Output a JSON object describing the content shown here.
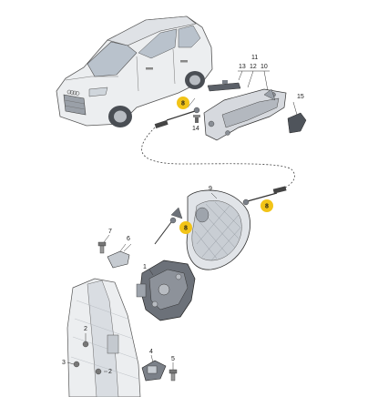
{
  "diagram": {
    "labels": {
      "car": "",
      "p1": "1",
      "p2a": "2",
      "p2b": "2",
      "p3": "3",
      "p4": "4",
      "p5": "5",
      "p6": "6",
      "p7": "7",
      "p8a": "8",
      "p8b": "8",
      "p8c": "8",
      "p9": "9",
      "p10": "10",
      "p11": "11",
      "p12": "12",
      "p13": "13",
      "p14": "14",
      "p15": "15"
    },
    "colors": {
      "highlight": "#f2c418",
      "line": "#333333",
      "body_fill": "#e9eaec",
      "part_fill": "#cfd3d8",
      "dark_part": "#5b6068",
      "background": "#ffffff"
    },
    "icons": {
      "highlight_marker": "yellow-circle-callout"
    }
  }
}
